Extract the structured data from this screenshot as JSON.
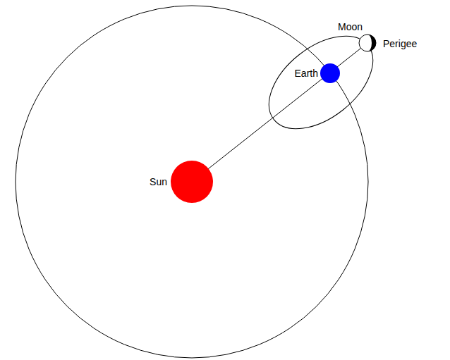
{
  "diagram": {
    "labels": [
      "Moon",
      "Perigee",
      "Earth",
      "Sun"
    ]
  }
}
